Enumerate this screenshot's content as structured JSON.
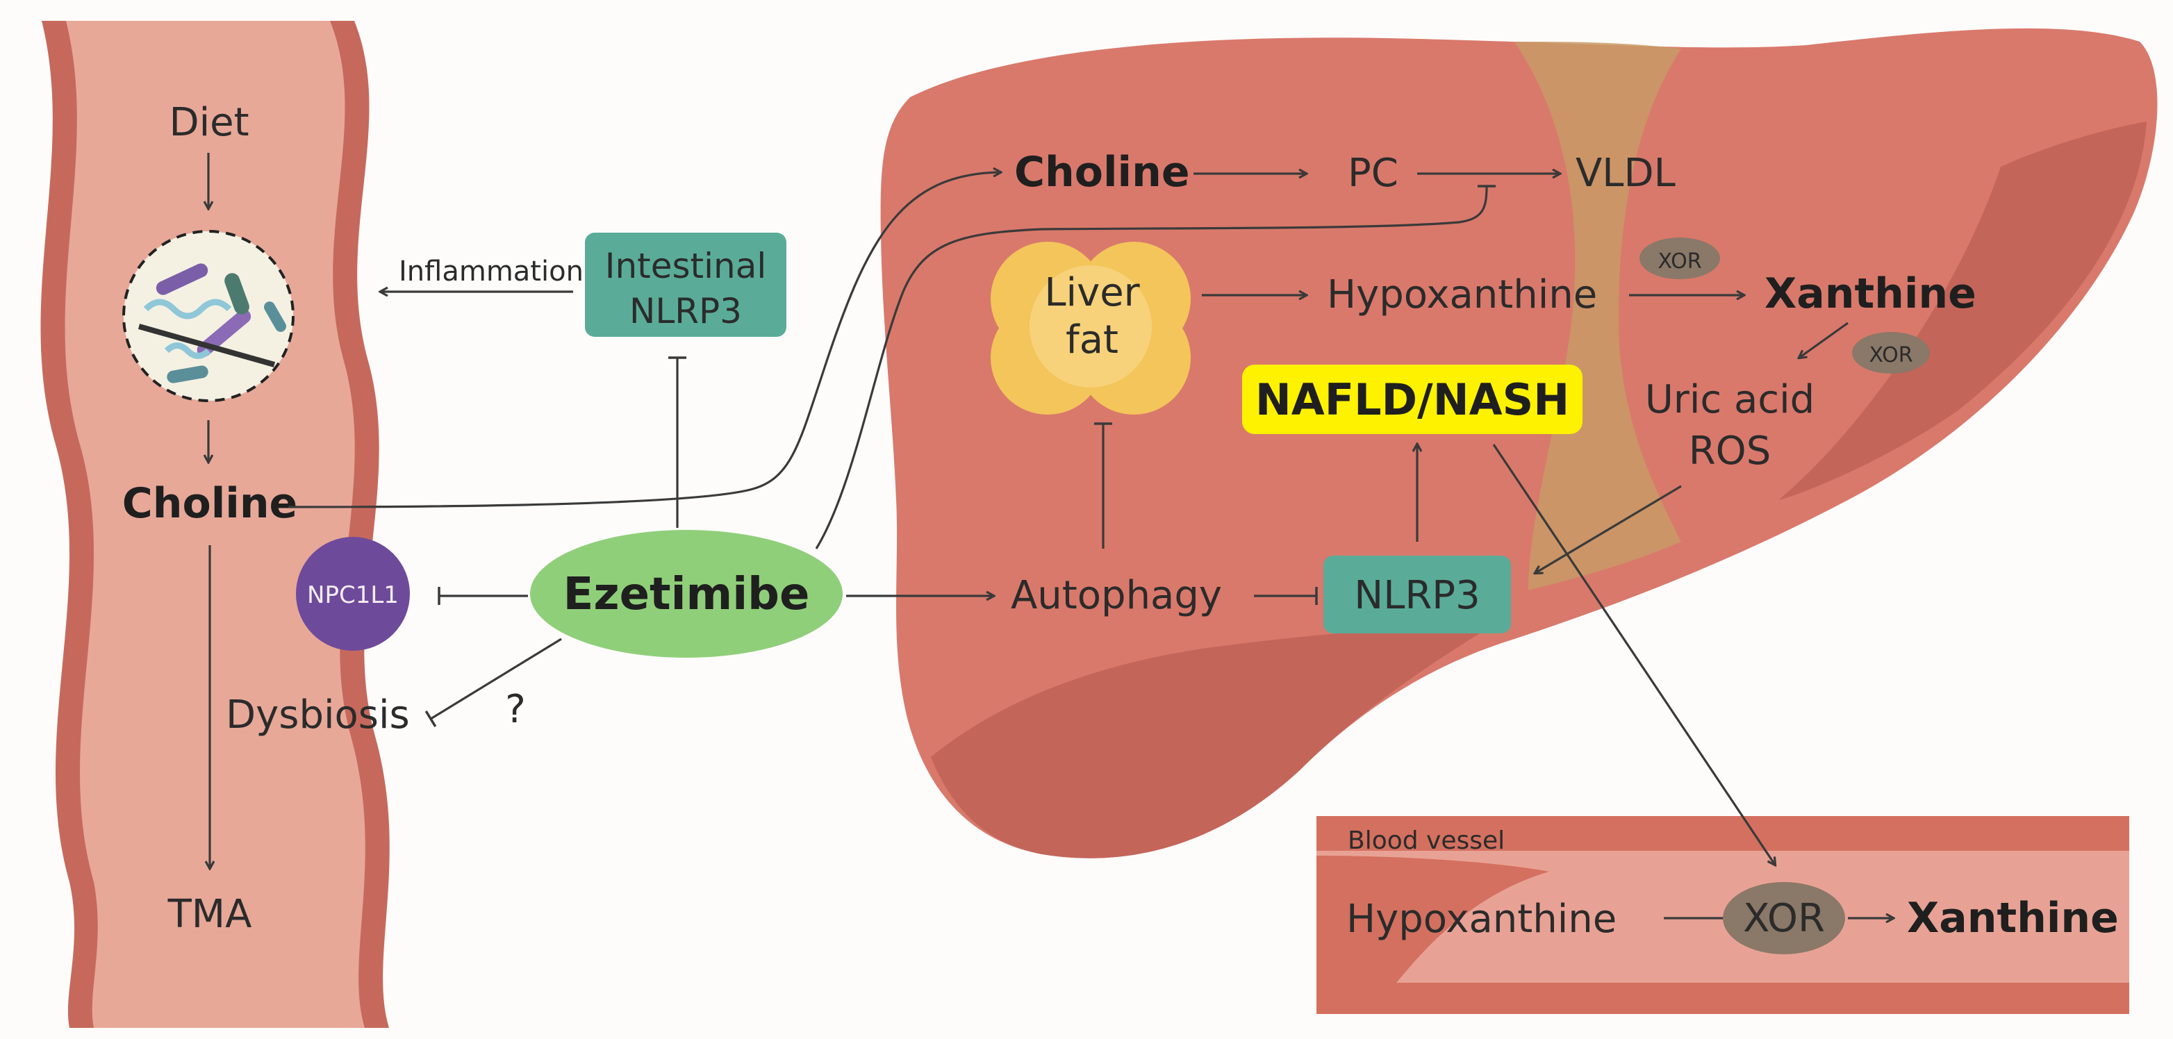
{
  "colors": {
    "background": "#fdfcfb",
    "intestine_wall": "#c6695c",
    "intestine_inner": "#e7a898",
    "liver": "#d9796b",
    "liver_shadow": "#c4655a",
    "liver_band": "#c89a66",
    "nlrp3_box": "#5aac98",
    "ezetimibe": "#8fcf79",
    "npc1l1": "#6e4a9b",
    "xor_badge": "#8a7868",
    "nafld_highlight": "#fff200",
    "liver_fat": "#f3c55a",
    "blood_vessel": "#d4705f",
    "blood_vessel_lumen": "#e8a295"
  },
  "intestine": {
    "diet": "Diet",
    "choline": "Choline",
    "dysbiosis": "Dysbiosis",
    "question": "?",
    "tma": "TMA",
    "npc1l1": "NPC1L1"
  },
  "intestinal_nlrp3": {
    "line1": "Intestinal",
    "line2": "NLRP3"
  },
  "inflammation": "Inflammation",
  "ezetimibe": "Ezetimibe",
  "liver": {
    "choline": "Choline",
    "pc": "PC",
    "vldl": "VLDL",
    "liver_fat_line1": "Liver",
    "liver_fat_line2": "fat",
    "hypoxanthine": "Hypoxanthine",
    "xor_1": "XOR",
    "xanthine": "Xanthine",
    "xor_2": "XOR",
    "uric_acid": "Uric acid",
    "ros": "ROS",
    "nafld": "NAFLD/NASH",
    "autophagy": "Autophagy",
    "nlrp3": "NLRP3"
  },
  "blood_vessel": {
    "title": "Blood vessel",
    "hypoxanthine": "Hypoxanthine",
    "xor": "XOR",
    "xanthine": "Xanthine"
  }
}
